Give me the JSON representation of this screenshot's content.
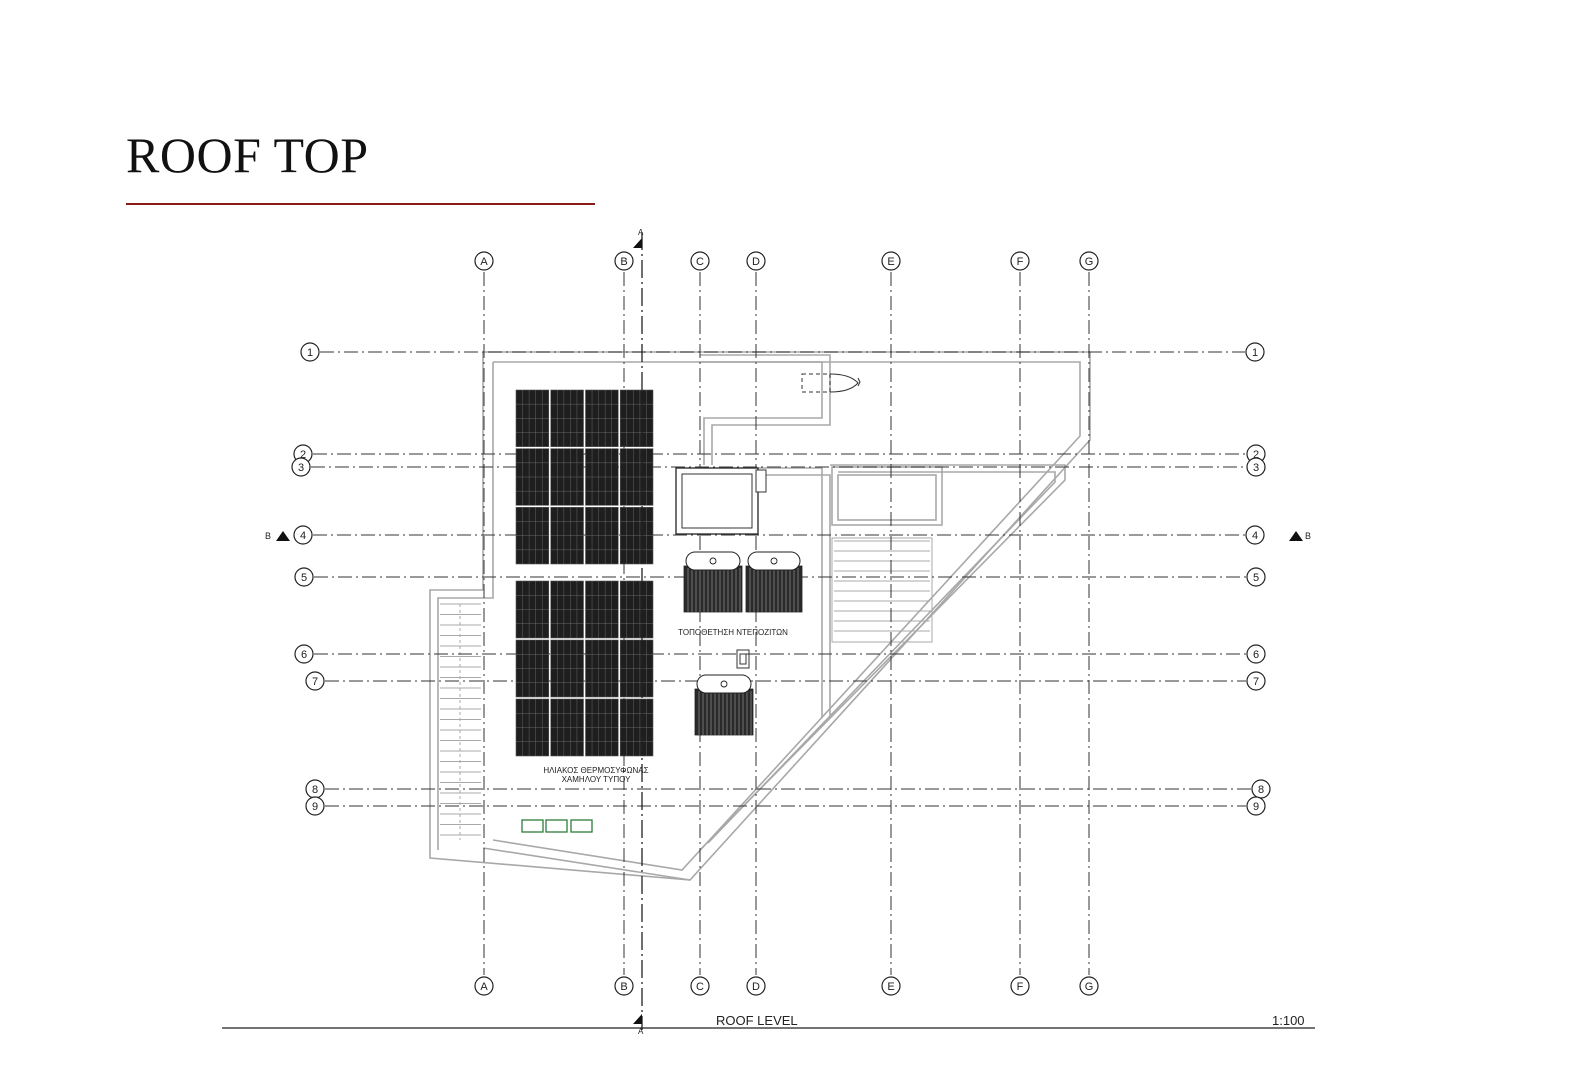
{
  "title": "ROOF TOP",
  "colors": {
    "accent_rule": "#8b1a1a",
    "linework": "#222222",
    "panel_fill": "#1e1e1e",
    "wall": "#9a9a9a"
  },
  "grid": {
    "columns": [
      "A",
      "B",
      "C",
      "D",
      "E",
      "F",
      "G"
    ],
    "rows": [
      "1",
      "2",
      "3",
      "4",
      "5",
      "6",
      "7",
      "8",
      "9"
    ]
  },
  "section_markers": {
    "a": "A",
    "b": "B"
  },
  "annotations": {
    "solar_line1": "ΗΛΙΑΚΟΣ ΘΕΡΜΟΣΥΦΩΝΑΣ",
    "solar_line2": "ΧΑΜΗΛΟΥ ΤΥΠΟΥ",
    "tanks": "ΤΟΠΟΘΕΤΗΣΗ ΝΤΕΠΟΖΙΤΩΝ"
  },
  "footer": {
    "level": "ROOF LEVEL",
    "scale": "1:100"
  }
}
